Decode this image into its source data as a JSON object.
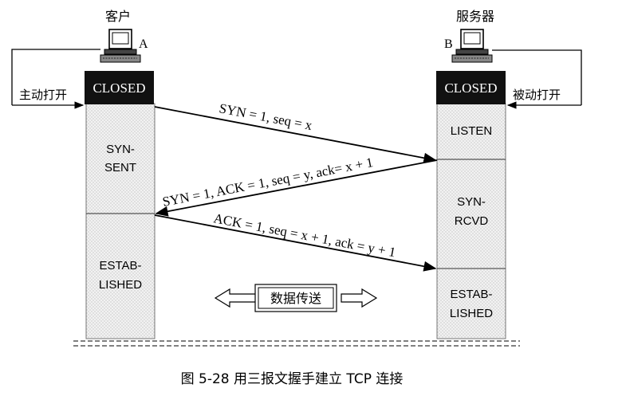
{
  "client": {
    "name": "客户",
    "letter": "A",
    "trigger": "主动打开",
    "states": [
      "CLOSED",
      [
        "SYN-",
        "SENT"
      ],
      [
        "ESTAB-",
        "LISHED"
      ]
    ]
  },
  "server": {
    "name": "服务器",
    "letter": "B",
    "trigger": "被动打开",
    "states": [
      "CLOSED",
      "LISTEN",
      [
        "SYN-",
        "RCVD"
      ],
      [
        "ESTAB-",
        "LISHED"
      ]
    ]
  },
  "messages": [
    "SYN = 1, seq = x",
    "SYN = 1, ACK = 1, seq = y, ack= x + 1",
    "ACK = 1, seq = x + 1, ack = y + 1"
  ],
  "data_transfer": "数据传送",
  "caption": "图 5-28  用三报文握手建立 TCP 连接"
}
